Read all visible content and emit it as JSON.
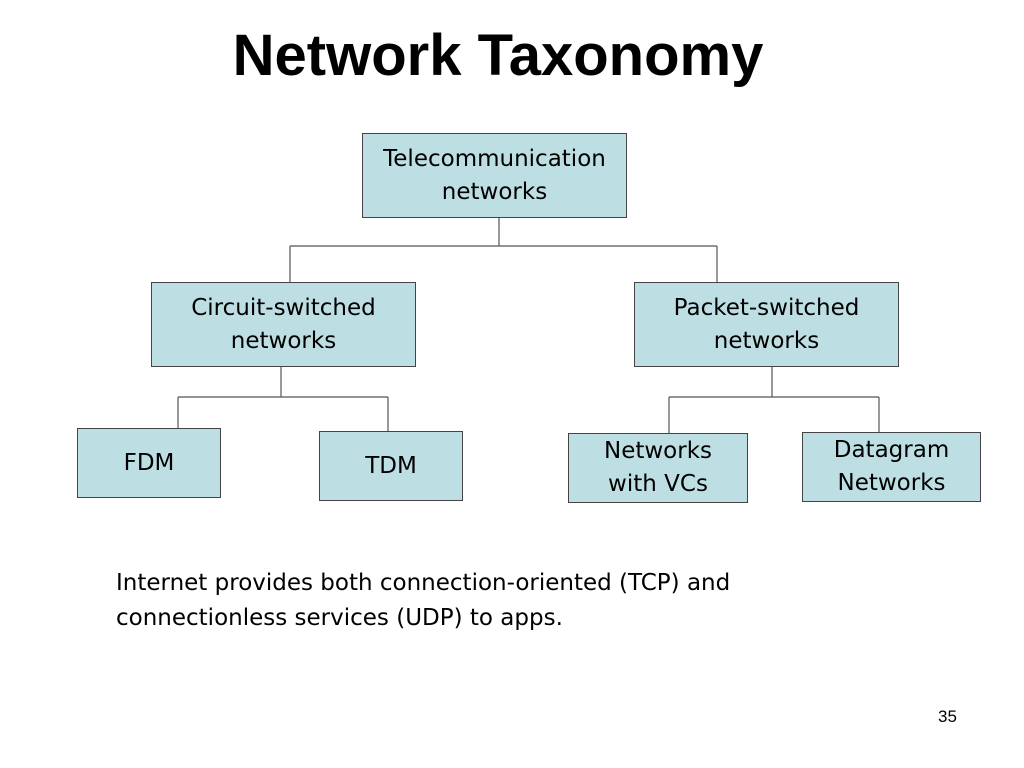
{
  "slide": {
    "title": "Network Taxonomy",
    "page_number": "35"
  },
  "diagram": {
    "root": "Telecommunication\nnetworks",
    "circuit": "Circuit-switched\nnetworks",
    "packet": "Packet-switched\nnetworks",
    "fdm": "FDM",
    "tdm": "TDM",
    "vc": "Networks\nwith VCs",
    "datagram": "Datagram\nNetworks",
    "box_fill_color": "#bddfe3",
    "border_color": "#444444"
  },
  "note": "Internet provides both connection-oriented (TCP) and connectionless services (UDP) to apps."
}
